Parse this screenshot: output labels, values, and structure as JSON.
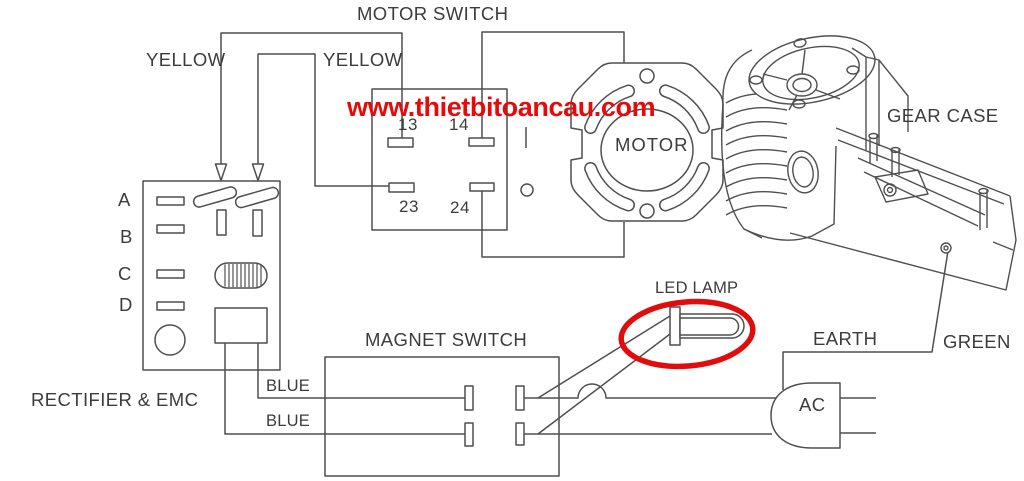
{
  "watermark": {
    "text": "www.thietbitoancau.com",
    "color": "#e60b0b"
  },
  "labels": {
    "motor_switch": "MOTOR SWITCH",
    "yellow_1": "YELLOW",
    "yellow_2": "YELLOW",
    "motor": "MOTOR",
    "gear_case": "GEAR CASE",
    "led_lamp": "LED LAMP",
    "magnet_switch": "MAGNET SWITCH",
    "rectifier_emc": "RECTIFIER & EMC",
    "blue_1": "BLUE",
    "blue_2": "BLUE",
    "earth": "EARTH",
    "green": "GREEN",
    "ac": "AC"
  },
  "terminals": {
    "t13": "13",
    "t14": "14",
    "t23": "23",
    "t24": "24"
  },
  "board_rows": {
    "a": "A",
    "b": "B",
    "c": "C",
    "d": "D"
  },
  "colors": {
    "line": "#4f4f4f",
    "text": "#3c3c3c",
    "highlight_red": "#e10c0c"
  }
}
